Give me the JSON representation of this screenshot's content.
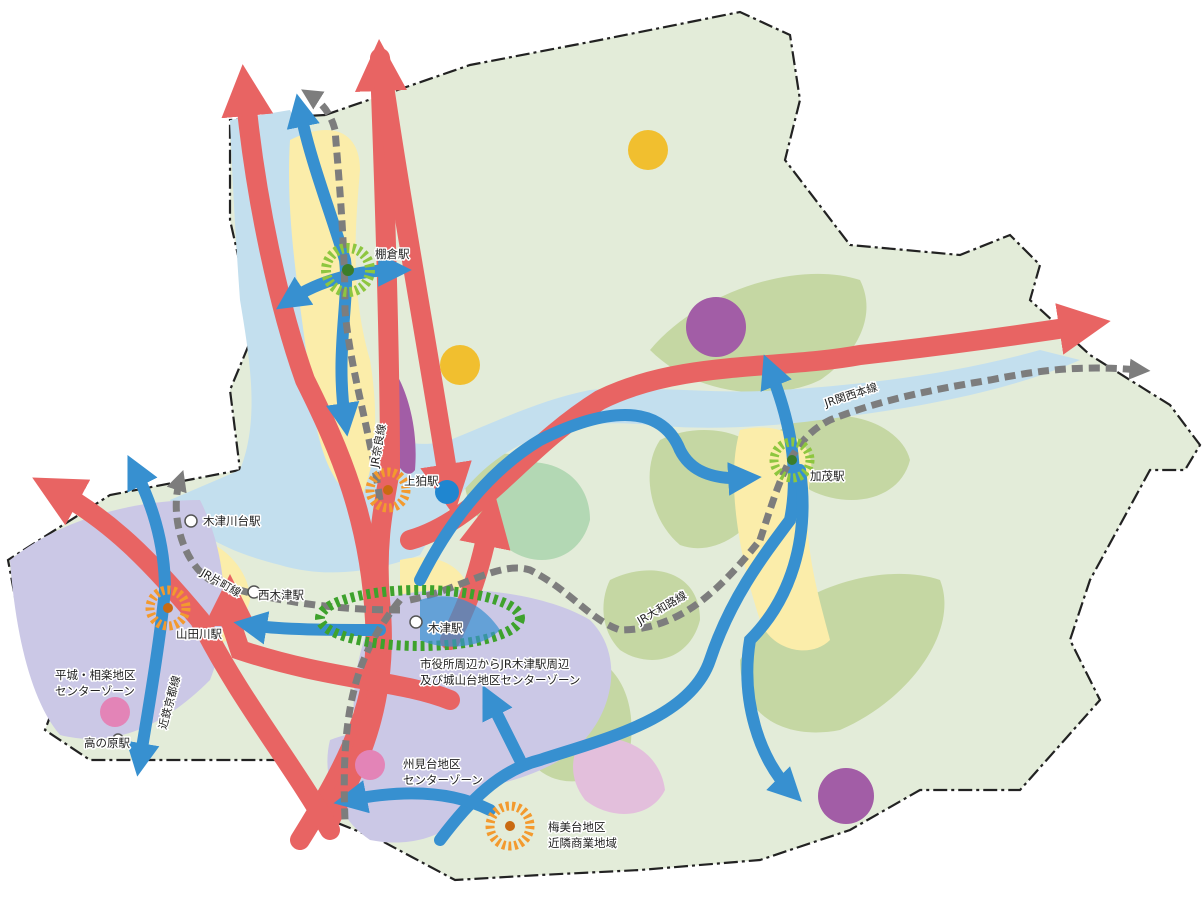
{
  "colors": {
    "land": "#e3ecd9",
    "green_zone": "#c5d7a3",
    "park": "#b3d8b4",
    "river": "#c3dfee",
    "urban_yellow": "#fbedaa",
    "center_purple": "#cbc8e6",
    "commercial_pink": "#e3bfdc",
    "red_axis": "#e86463",
    "blue_axis": "#3790d0",
    "rail": "#7d7d7d",
    "star_green": "#8dc63f",
    "star_orange": "#f39a2e",
    "ring_green": "#3ea22c",
    "dot_yellow": "#f1bf2f",
    "dot_purple": "#a25da6",
    "dot_pink": "#e384b7",
    "dot_blue": "#1f86d0"
  },
  "stations": {
    "tanakura": "棚倉駅",
    "kamikoma": "上狛駅",
    "kamo": "加茂駅",
    "kizugawadai": "木津川台駅",
    "nishikizu": "西木津駅",
    "kizu": "木津駅",
    "yamadagawa": "山田川駅",
    "takanohara": "高の原駅"
  },
  "rail_lines": {
    "nara": "JR奈良線",
    "kansai": "JR関西本線",
    "yamatoji": "JR大和路線",
    "katamachi": "JR片町線",
    "kintetsu": "近鉄京都線"
  },
  "zones": {
    "central": [
      "市役所周辺からJR木津駅周辺",
      "及び城山台地区センターゾーン"
    ],
    "heijo": [
      "平城・相楽地区",
      "センターゾーン"
    ],
    "sumidai": [
      "州見台地区",
      "センターゾーン"
    ],
    "umemidai": [
      "梅美台地区",
      "近隣商業地域"
    ]
  },
  "icons": [
    "station-star-icon",
    "station-circle-icon",
    "axis-arrow-icon",
    "zone-dot-icon"
  ]
}
